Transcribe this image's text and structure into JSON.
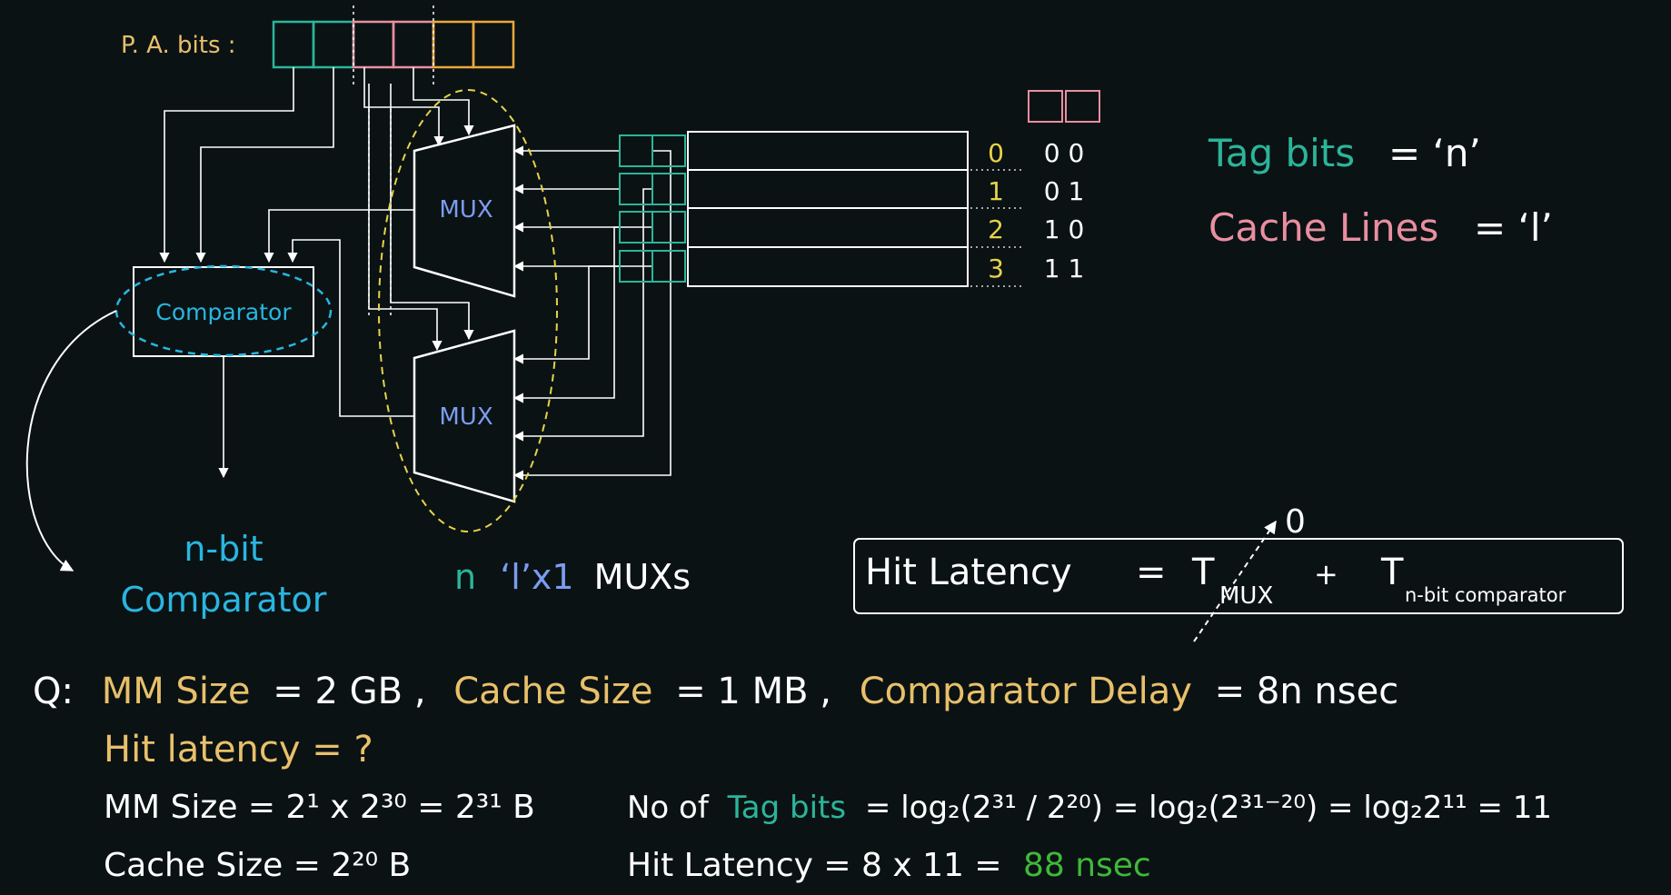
{
  "colors": {
    "background": "#0b1214",
    "white": "#ffffff",
    "teal": "#2bb59a",
    "pink": "#e98fa0",
    "orange": "#e9a83c",
    "yellow": "#e6d34a",
    "cyan": "#29b6e0",
    "mux_blue": "#7b9cf0",
    "gold": "#e8c06a",
    "green": "#3fb83a"
  },
  "header": {
    "pa_bits_label": "P. A. bits :"
  },
  "mux": {
    "top_label": "MUX",
    "bottom_label": "MUX",
    "caption_n": "n",
    "caption_l": "‘l’x1",
    "caption_rest": "MUXs"
  },
  "comparator": {
    "box_label": "Comparator",
    "caption_line1": "n-bit",
    "caption_line2": "Comparator"
  },
  "cache_lines": {
    "rows": [
      {
        "index": "0",
        "bits": "0 0"
      },
      {
        "index": "1",
        "bits": "0 1"
      },
      {
        "index": "2",
        "bits": "1 0"
      },
      {
        "index": "3",
        "bits": "1 1"
      }
    ]
  },
  "legend": {
    "tag_label": "Tag bits",
    "tag_value": "= ‘n’",
    "lines_label": "Cache Lines",
    "lines_value": "=  ‘l’"
  },
  "latency_box": {
    "lhs": "Hit Latency",
    "eq": "=",
    "t1": "T",
    "t1_sub": "MUX",
    "plus": "+",
    "t2": "T",
    "t2_sub": "n-bit comparator",
    "zero_note": "0"
  },
  "question": {
    "prefix": "Q:",
    "mm_label": "MM Size",
    "mm_value": "= 2 GB ,",
    "cache_label": "Cache Size",
    "cache_value": "= 1 MB ,",
    "delay_label": "Comparator Delay",
    "delay_value": "= 8n  nsec",
    "line2": "Hit latency = ?"
  },
  "solution": {
    "mm_size": "MM Size = 2¹ x 2³⁰ = 2³¹ B",
    "cache_size": "Cache Size = 2²⁰ B",
    "tag_prefix": "No of",
    "tag_label": "Tag bits",
    "tag_formula": "= log₂(2³¹ / 2²⁰) = log₂(2³¹⁻²⁰) = log₂2¹¹ = 11",
    "hit_prefix": "Hit Latency = 8 x 11 =",
    "hit_answer": "88 nsec"
  }
}
